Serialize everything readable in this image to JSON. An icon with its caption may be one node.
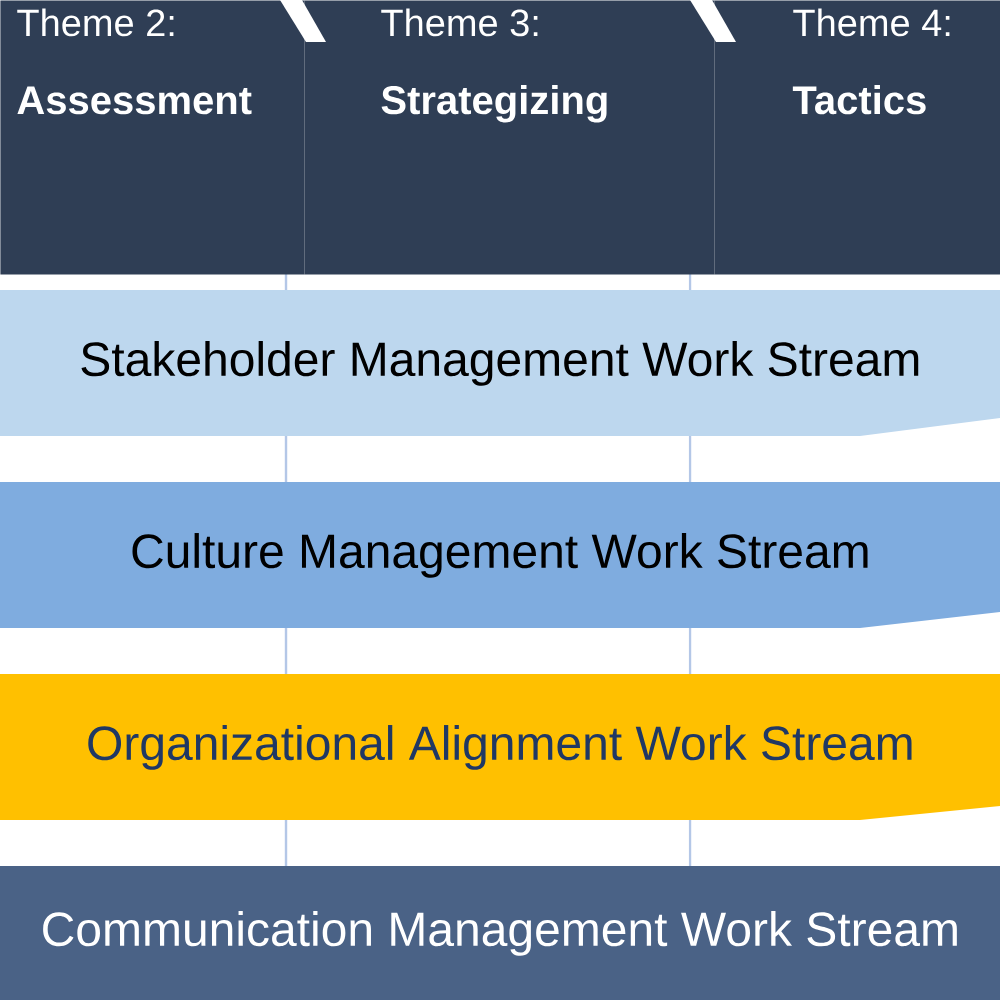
{
  "diagram": {
    "nodes": [
      {
        "text": [
          "Theme 2:",
          "Assessment"
        ]
      },
      {
        "text": [
          "Theme 3:",
          "Strategizing"
        ]
      },
      {
        "text": [
          "Theme 4:",
          "Tactics"
        ]
      },
      {
        "text": [
          "Stakeholder Management Work Stream"
        ]
      },
      {
        "text": [
          "Culture Management Work Stream"
        ]
      },
      {
        "text": [
          "Organizational Alignment Work Stream"
        ]
      },
      {
        "text": [
          "Communication Management Work Stream"
        ]
      }
    ]
  }
}
